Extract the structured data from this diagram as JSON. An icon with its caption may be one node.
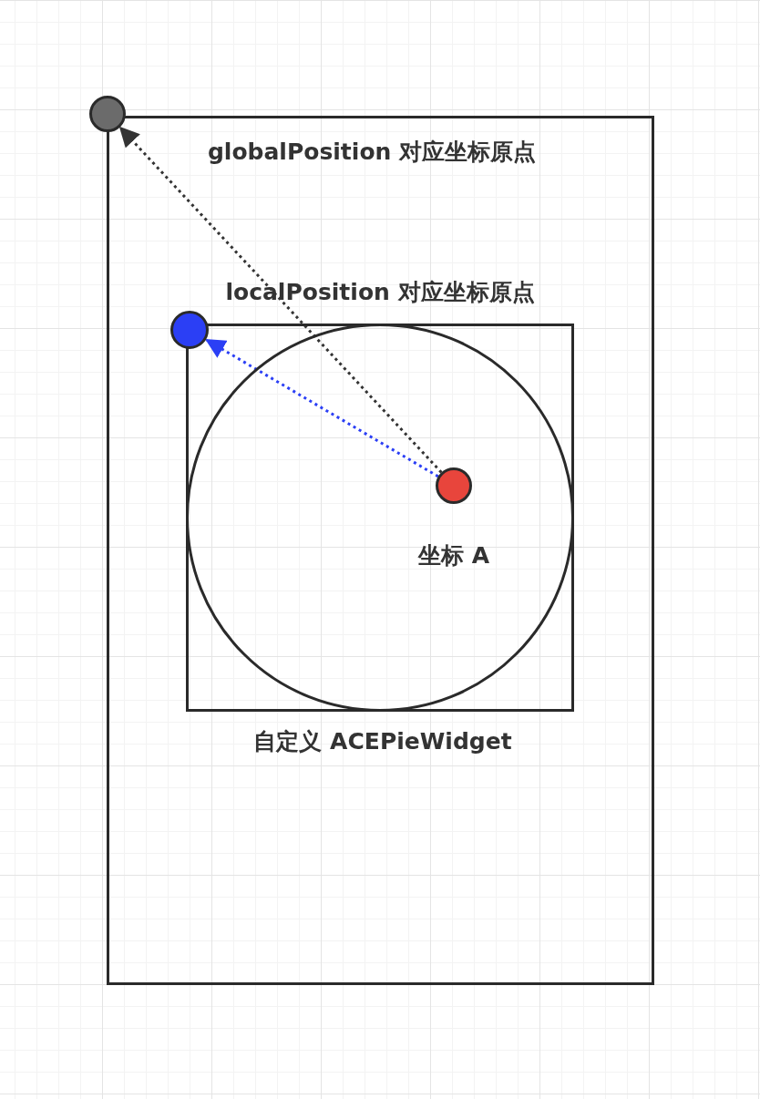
{
  "diagram": {
    "nodes": [
      {
        "text": [],
        "shape": "box"
      },
      {
        "text": [],
        "shape": "circle",
        "beside": [
          "globalPosition 对应坐标原点"
        ]
      },
      {
        "text": [
          "自定义 ACEPieWidget"
        ],
        "in": 0
      },
      {
        "text": [],
        "shape": "circle",
        "in": 2
      },
      {
        "text": [],
        "shape": "circle",
        "in": 0,
        "beside": [
          "localPosition 对应坐标原点"
        ]
      },
      {
        "text": [],
        "shape": "circle",
        "in": 3,
        "beside": [
          "坐标 A"
        ]
      }
    ],
    "edges": [
      {
        "from": 5,
        "to": 1,
        "arrow": "to",
        "style": "dashed"
      },
      {
        "from": 5,
        "to": 4,
        "arrow": "to",
        "style": "dashed",
        "color": "#2b3ff5"
      }
    ]
  }
}
